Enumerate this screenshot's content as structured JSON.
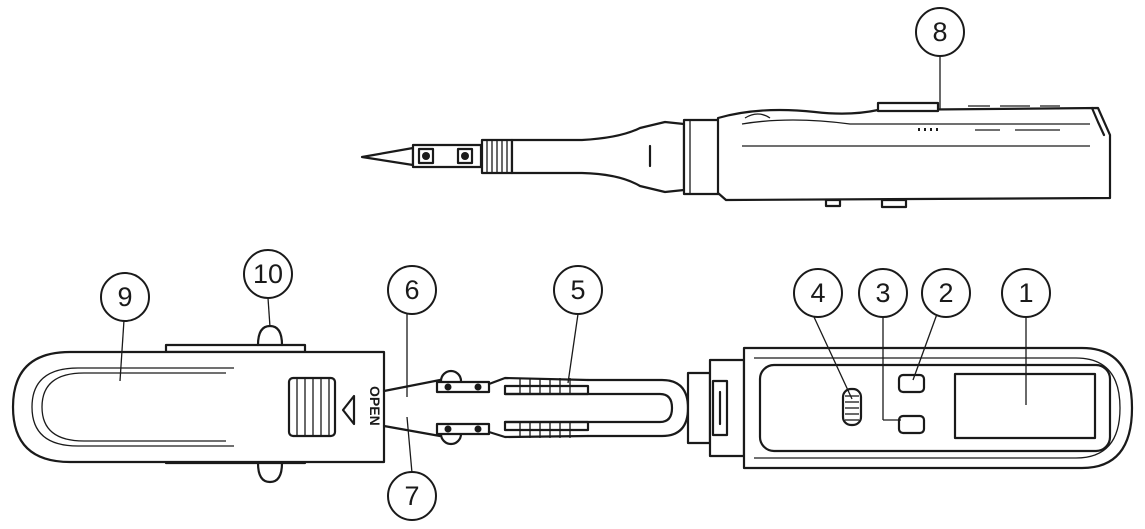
{
  "diagram": {
    "callouts": [
      {
        "id": "1",
        "label": "1"
      },
      {
        "id": "2",
        "label": "2"
      },
      {
        "id": "3",
        "label": "3"
      },
      {
        "id": "4",
        "label": "4"
      },
      {
        "id": "5",
        "label": "5"
      },
      {
        "id": "6",
        "label": "6"
      },
      {
        "id": "7",
        "label": "7"
      },
      {
        "id": "8",
        "label": "8"
      },
      {
        "id": "9",
        "label": "9"
      },
      {
        "id": "10",
        "label": "10"
      }
    ],
    "cap_marking": "OPEN"
  }
}
